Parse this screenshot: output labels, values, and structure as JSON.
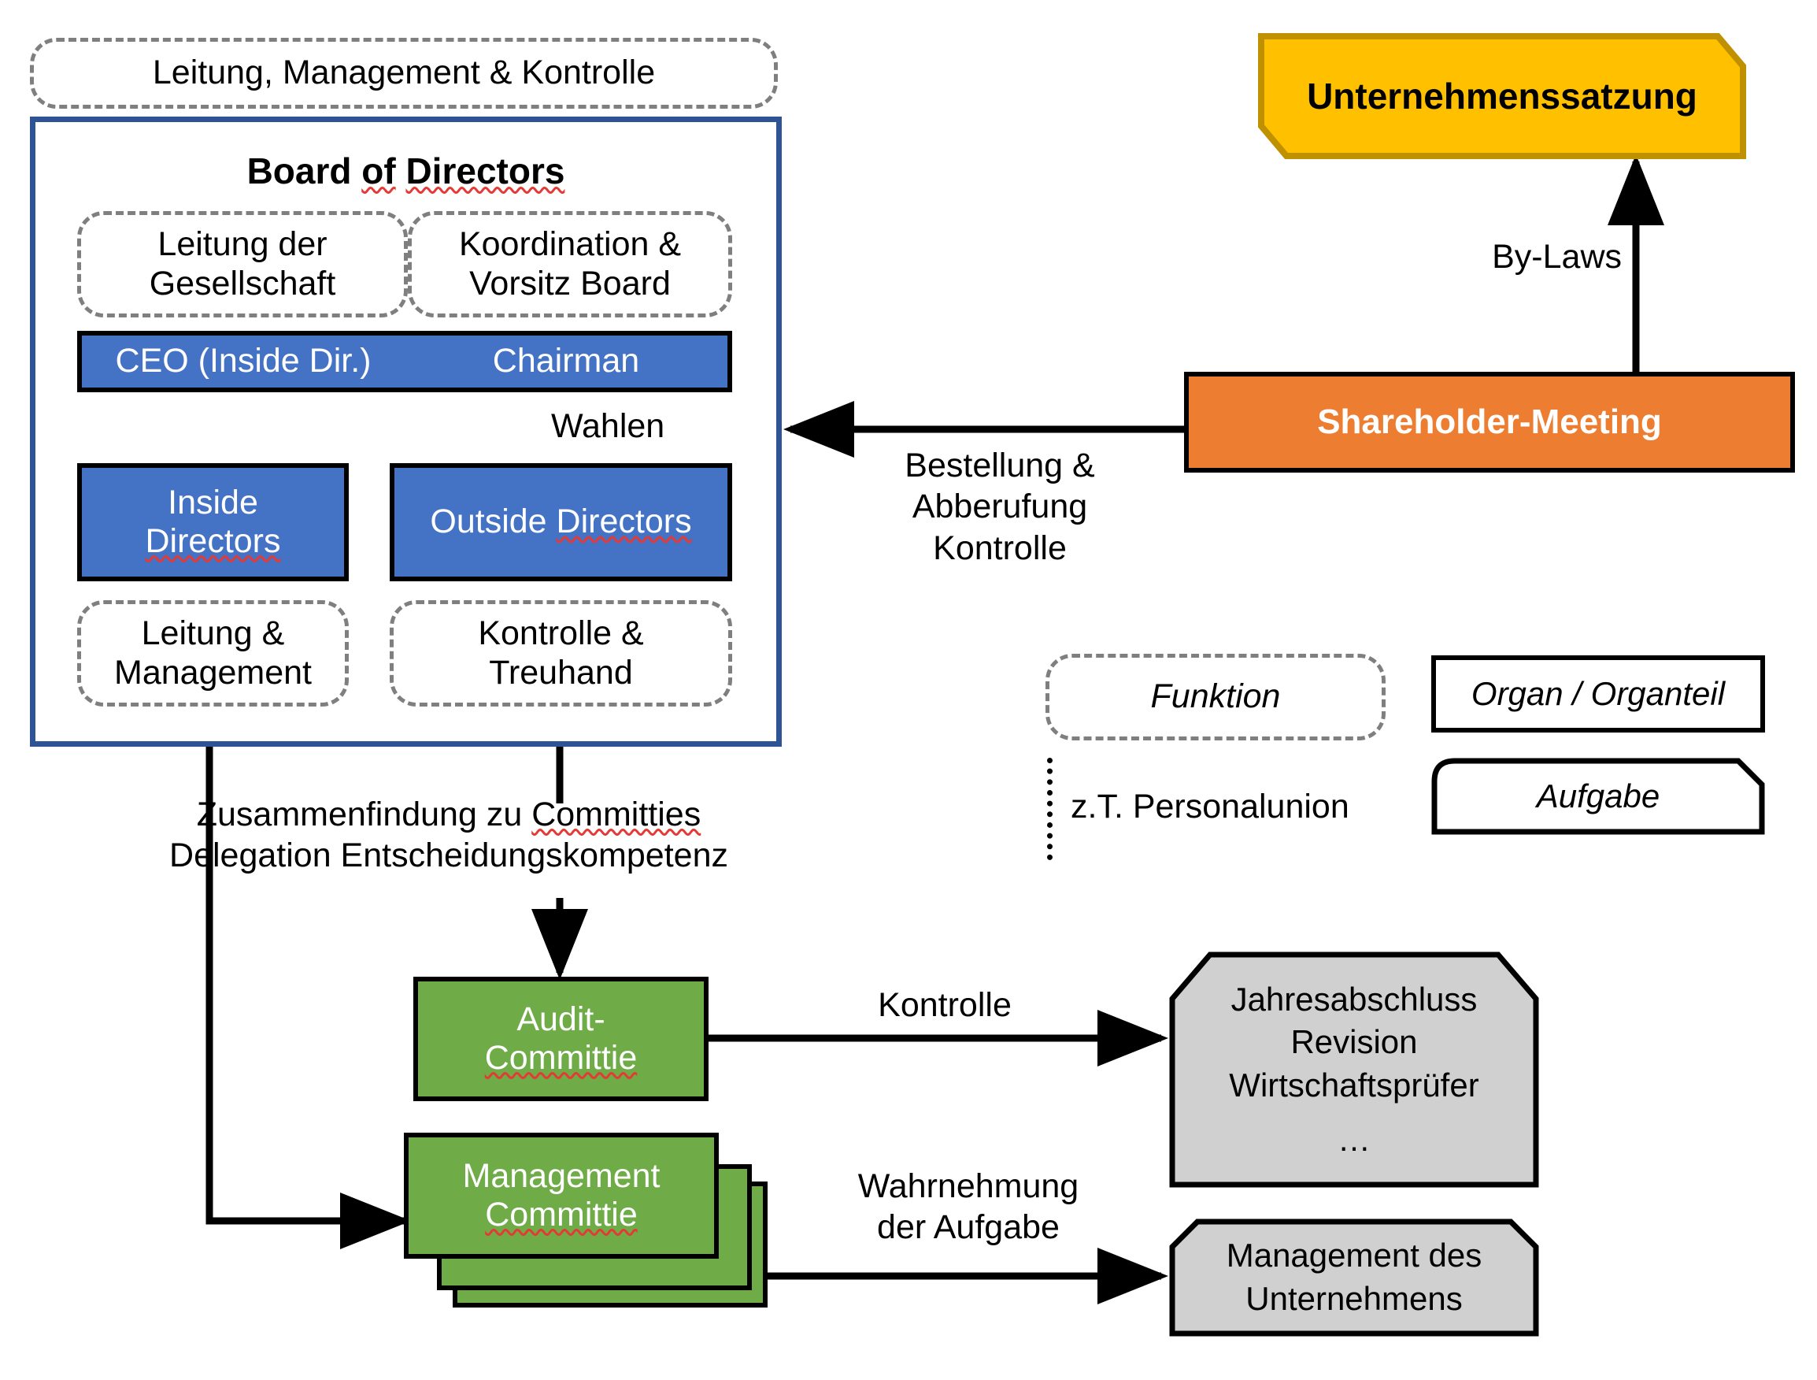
{
  "diagram": {
    "title_function_top": "Leitung, Management & Kontrolle",
    "board": {
      "title": "Board of Directors",
      "functions": [
        "Leitung der\nGesellschaft",
        "Koordination &\nVorsitz Board"
      ],
      "function_left_line1": "Leitung der",
      "function_left_line2": "Gesellschaft",
      "function_right_line1": "Koordination &",
      "function_right_line2": "Vorsitz Board",
      "ceo_label": "CEO (Inside Dir.)",
      "chairman_label": "Chairman",
      "inside_directors_line1": "Inside",
      "inside_directors_line2": "Directors",
      "outside_directors_label": "Outside Directors",
      "bottom_function_left_line1": "Leitung &",
      "bottom_function_left_line2": "Management",
      "bottom_function_right_line1": "Kontrolle &",
      "bottom_function_right_line2": "Treuhand"
    },
    "edges": {
      "wahlen": "Wahlen",
      "by_laws": "By-Laws",
      "bestellung_line1": "Bestellung &",
      "bestellung_line2": "Abberufung",
      "bestellung_line3": "Kontrolle",
      "delegation_line1": "Zusammenfindung zu Committies",
      "delegation_line2": "Delegation Entscheidungskompetenz",
      "kontrolle": "Kontrolle",
      "wahrnehmung_line1": "Wahrnehmung",
      "wahrnehmung_line2": "der Aufgabe"
    },
    "satzung_label": "Unternehmenssatzung",
    "shareholder_meeting_label": "Shareholder-Meeting",
    "committees": {
      "audit_line1": "Audit-",
      "audit_line2": "Committie",
      "management_line1": "Management",
      "management_line2": "Committie"
    },
    "tasks": {
      "audit_task_line1": "Jahresabschluss",
      "audit_task_line2": "Revision",
      "audit_task_line3": "Wirtschaftsprüfer",
      "audit_task_line4": "…",
      "mgmt_task_line1": "Management des",
      "mgmt_task_line2": "Unternehmens"
    },
    "legend": {
      "funktion": "Funktion",
      "organ": "Organ / Organteil",
      "personalunion": "z.T. Personalunion",
      "aufgabe": "Aufgabe"
    },
    "colors": {
      "organ_blue": "#4472C4",
      "board_frame_blue": "#2E5496",
      "committee_green": "#6FAB47",
      "shareholder_orange": "#ED7D31",
      "satzung_gold": "#FFC000",
      "satzung_gold_border": "#BF9000",
      "task_gray": "#D0D0D0",
      "function_dash_gray": "#7F7F7F",
      "spellcheck_red": "#E53935"
    }
  }
}
